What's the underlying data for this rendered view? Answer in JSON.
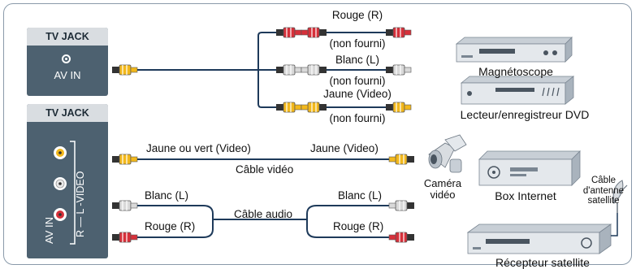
{
  "panel_top": {
    "header": "TV JACK",
    "port_label": "AV IN"
  },
  "panel_bottom": {
    "header": "TV JACK",
    "port_label": "AV IN",
    "video_label": "R — L -VIDEO"
  },
  "top_connections": [
    {
      "label": "Rouge (R)",
      "note": "(non fourni)",
      "color": "#d6303a"
    },
    {
      "label": "Blanc (L)",
      "note": "(non fourni)",
      "color": "#d9d9d9"
    },
    {
      "label": "Jaune (Video)",
      "note": "(non fourni)",
      "color": "#f2b81c"
    }
  ],
  "bottom_connections": {
    "video_left": "Jaune ou vert (Video)",
    "video_right": "Jaune (Video)",
    "video_cable": "Câble vidéo",
    "white_left": "Blanc (L)",
    "white_right": "Blanc (L)",
    "audio_cable": "Câble audio",
    "red_left": "Rouge (R)",
    "red_right": "Rouge (R)"
  },
  "devices": {
    "vcr": "Magnétoscope",
    "dvd": "Lecteur/enregistreur DVD",
    "camera": "Caméra vidéo",
    "internet_box": "Box Internet",
    "antenna_cable": "Câble d'antenne satellite",
    "satellite_receiver": "Récepteur satellite"
  },
  "colors": {
    "yellow": "#f2b81c",
    "red": "#d6303a",
    "white": "#d9d9d9",
    "panel": "#4d6170",
    "line": "#1e3a5a"
  }
}
